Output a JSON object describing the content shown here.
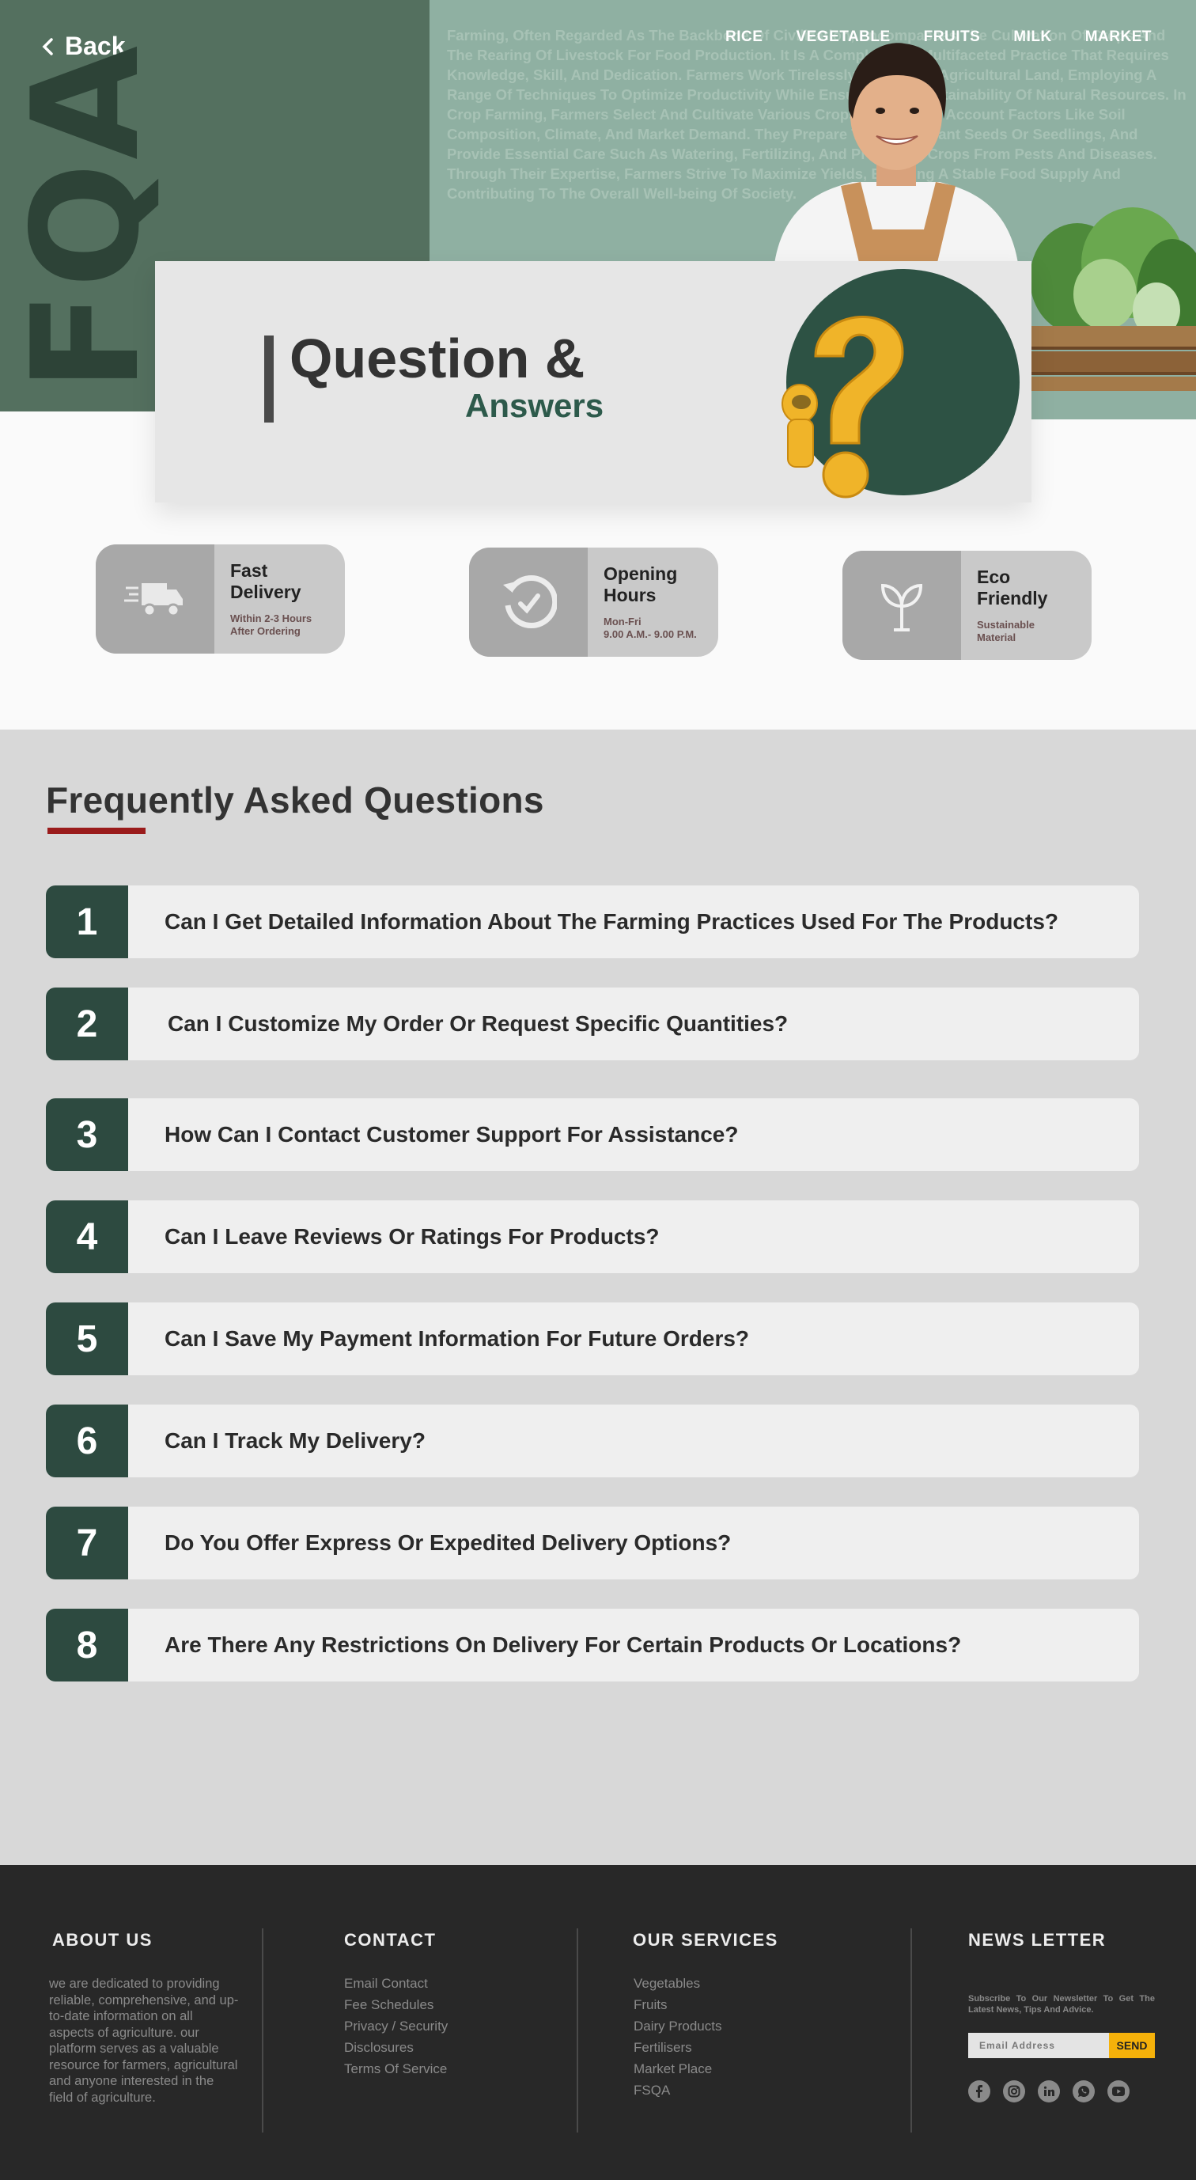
{
  "header": {
    "back_label": "Back",
    "nav": [
      "RICE",
      "VEGETABLE",
      "FRUITS",
      "MILK",
      "MARKET"
    ],
    "background_paragraph": "Farming, Often Regarded As The Backbone Of Civilization, Encompasses The Cultivation Of Crops And The Rearing Of Livestock For Food Production. It Is A Complex And Multifaceted Practice That Requires Knowledge, Skill, And Dedication. Farmers Work Tirelessly To Manage Agricultural Land, Employing A Range Of Techniques To Optimize Productivity While Ensuring The Sustainability Of Natural Resources. In Crop Farming, Farmers Select And Cultivate Various Crops, Taking Into Account Factors Like Soil Composition, Climate, And Market Demand. They Prepare The Land, Plant Seeds Or Seedlings, And Provide Essential Care Such As Watering, Fertilizing, And Protecting Crops From Pests And Diseases. Through Their Expertise, Farmers Strive To Maximize Yields, Ensuring A Stable Food Supply And Contributing To The Overall Well-being Of Society."
  },
  "hero": {
    "vertical_text": "FQA",
    "title": "Question &",
    "subtitle": "Answers"
  },
  "features": [
    {
      "title_line1": "Fast",
      "title_line2": "Delivery",
      "sub_line1": "Within 2-3 Hours",
      "sub_line2": "After Ordering",
      "icon": "delivery-truck-icon"
    },
    {
      "title_line1": "Opening",
      "title_line2": "Hours",
      "sub_line1": "Mon-Fri",
      "sub_line2": "9.00 A.M.- 9.00 P.M.",
      "icon": "clock-check-icon"
    },
    {
      "title_line1": "Eco",
      "title_line2": "Friendly",
      "sub_line1": "Sustainable",
      "sub_line2": "Material",
      "icon": "sprout-icon"
    }
  ],
  "faq": {
    "title": "Frequently Asked Questions",
    "items": [
      {
        "num": "1",
        "question": "Can I Get Detailed Information About The Farming Practices Used For The Products?"
      },
      {
        "num": "2",
        "question": "Can I Customize My Order Or Request Specific Quantities?"
      },
      {
        "num": "3",
        "question": "How Can I Contact Customer Support For Assistance?"
      },
      {
        "num": "4",
        "question": "Can I Leave Reviews Or Ratings For Products?"
      },
      {
        "num": "5",
        "question": "Can I Save My Payment Information For Future Orders?"
      },
      {
        "num": "6",
        "question": "Can I Track My Delivery?"
      },
      {
        "num": "7",
        "question": "Do You Offer Express Or Expedited Delivery Options?"
      },
      {
        "num": "8",
        "question": "Are There Any Restrictions On Delivery For Certain Products Or Locations?"
      }
    ]
  },
  "footer": {
    "about": {
      "title": "ABOUT US",
      "text": "we are dedicated to providing reliable, comprehensive, and up-to-date information on all aspects of agriculture. our platform serves as a valuable resource for farmers, agricultural  and anyone interested in the field of agriculture."
    },
    "contact": {
      "title": "CONTACT",
      "links": [
        "Email Contact",
        "Fee Schedules",
        "Privacy / Security",
        "Disclosures",
        "Terms Of Service"
      ]
    },
    "services": {
      "title": "OUR SERVICES",
      "links": [
        "Vegetables",
        "Fruits",
        "Dairy Products",
        "Fertilisers",
        "Market Place",
        "FSQA"
      ]
    },
    "newsletter": {
      "title": "NEWS LETTER",
      "text": "Subscribe To Our Newsletter To Get The Latest News, Tips And Advice.",
      "email_placeholder": "Email Address",
      "send_label": "SEND"
    },
    "socials": [
      "facebook-icon",
      "instagram-icon",
      "linkedin-icon",
      "whatsapp-icon",
      "youtube-icon"
    ]
  },
  "colors": {
    "dark_green": "#2d4a40",
    "hero_green": "#54705f",
    "accent_red": "#9a1b1b",
    "send_yellow": "#f5b10a",
    "footer_bg": "#282828"
  }
}
